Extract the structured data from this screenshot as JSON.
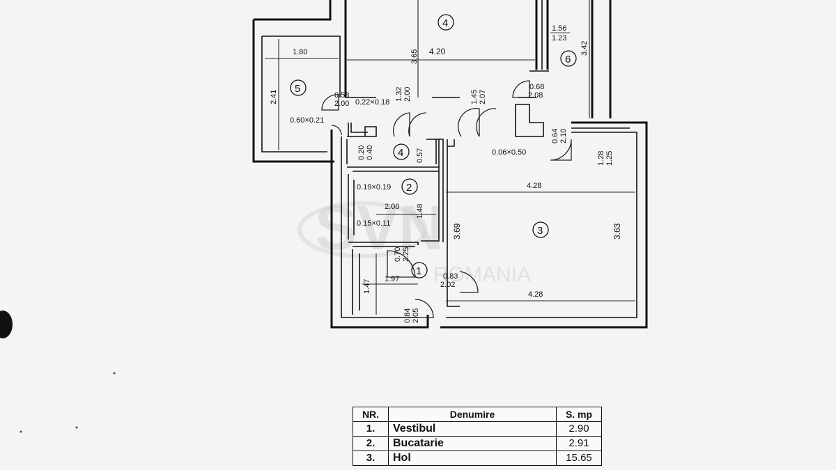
{
  "plan": {
    "rooms": [
      {
        "no": "1"
      },
      {
        "no": "2"
      },
      {
        "no": "3"
      },
      {
        "no": "4"
      },
      {
        "no": "4"
      },
      {
        "no": "5"
      },
      {
        "no": "6"
      }
    ],
    "dimensions": {
      "d_156": "1.56",
      "d_123": "1.23",
      "d_342": "3.42",
      "d_365": "3.65",
      "d_420": "4.20",
      "d_180": "1.80",
      "d_241": "2.41",
      "d_058": "0.58",
      "d_200a": "2.00",
      "d_022": "0.22×0.18",
      "d_132": "1.32",
      "d_200b": "2.00",
      "d_145": "1.45",
      "d_207": "2.07",
      "d_068": "0.68",
      "d_208": "2.08",
      "d_060": "0.60×0.21",
      "d_064": "0.64",
      "d_210": "2.10",
      "d_128": "1.28",
      "d_125": "1.25",
      "d_006": "0.06×0.50",
      "d_020": "0.20",
      "d_040": "0.40",
      "d_057": "0.57",
      "d_019": "0.19×0.19",
      "d_200c": "2.00",
      "d_148": "1.48",
      "d_015": "0.15×0.11",
      "d_428a": "4.28",
      "d_369": "3.69",
      "d_363": "3.63",
      "d_070": "0.70",
      "d_225": "2.25",
      "d_197": "1.97",
      "d_083": "0.83",
      "d_202": "2.02",
      "d_147": "1.47",
      "d_428b": "4.28",
      "d_084": "0.84",
      "d_205": "2.05"
    },
    "watermark": {
      "logo": "SVN",
      "sub": "ROMANIA"
    }
  },
  "table": {
    "headers": {
      "nr": "NR.",
      "name": "Denumire",
      "area": "S. mp"
    },
    "rows": [
      {
        "nr": "1.",
        "name": "Vestibul",
        "area": "2.90"
      },
      {
        "nr": "2.",
        "name": "Bucatarie",
        "area": "2.91"
      },
      {
        "nr": "3.",
        "name": "Hol",
        "area": "15.65"
      }
    ]
  }
}
